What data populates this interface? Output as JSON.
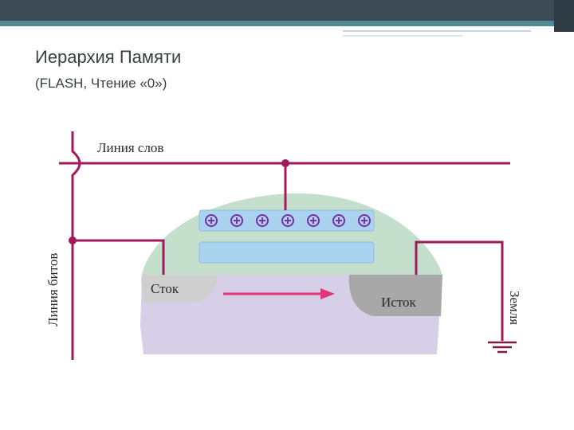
{
  "header": {
    "title": "Иерархия Памяти",
    "subtitle": "(FLASH, Чтение «0»)"
  },
  "diagram": {
    "labels": {
      "word_line": "Линия слов",
      "bit_line": "Линия битов",
      "drain": "Сток",
      "source": "Исток",
      "ground": "Земля"
    },
    "charge_symbol": "⊕",
    "charge_count": 7,
    "colors": {
      "wire": "#a3185a",
      "gate_dome": "#c5dfcd",
      "substrate": "#d7cfe7",
      "drain_region": "#cfcfcf",
      "source_region": "#a8a8a8",
      "floating_gate": "#a9d3ef",
      "charge_bar": "#a9d3ef",
      "charge_mark": "#7b2fa6",
      "current_arrow": "#e0357a"
    }
  }
}
